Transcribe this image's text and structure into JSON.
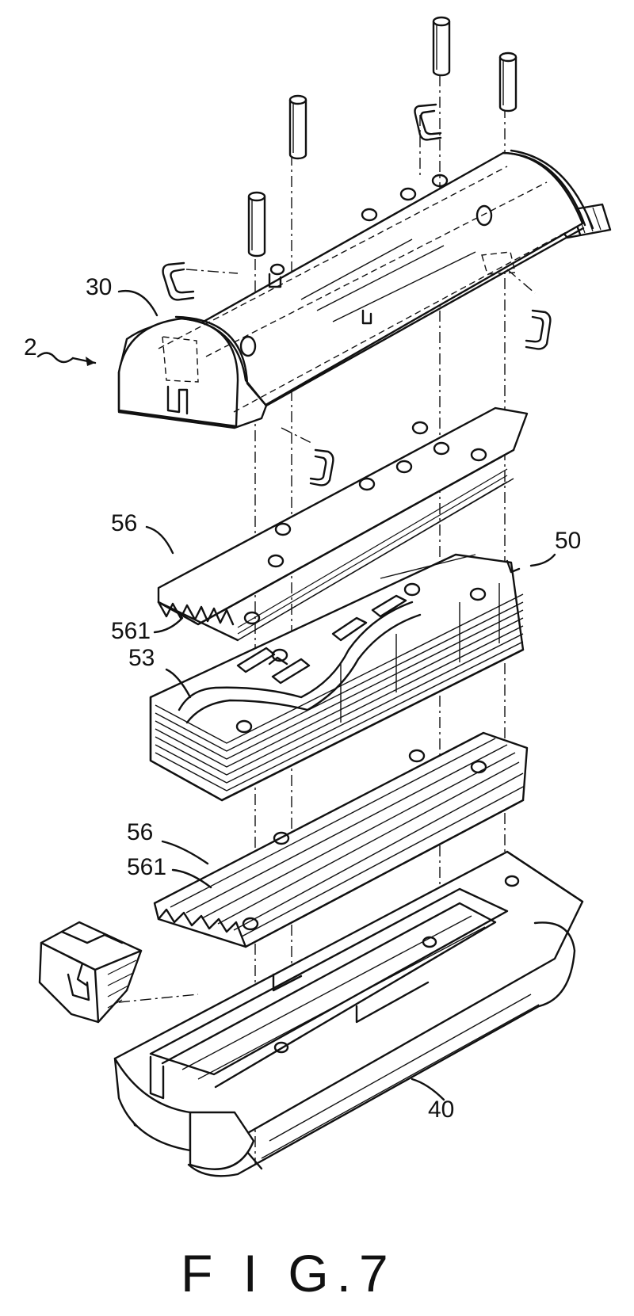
{
  "figure": {
    "caption": "F I G.7",
    "labels": {
      "assembly": "2",
      "top_cover": "30",
      "fin_stack": "50",
      "upper_plate": "56",
      "upper_plate_teeth": "561",
      "fin_channels": "53",
      "lower_plate": "56",
      "lower_plate_teeth": "561",
      "base_housing": "40"
    }
  }
}
